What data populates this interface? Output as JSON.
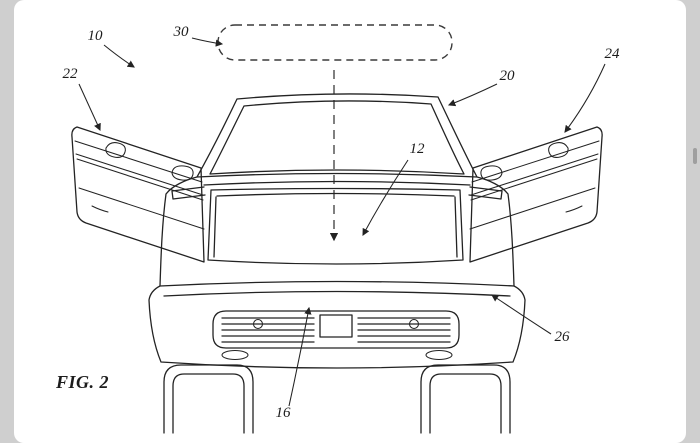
{
  "colors": {
    "canvas": "#ffffff",
    "margin": "#cfcfcf",
    "line": "#232323"
  },
  "figure": {
    "caption": "FIG. 2",
    "labels": {
      "ref10": "10",
      "ref30": "30",
      "ref20": "20",
      "ref22": "22",
      "ref24": "24",
      "ref12": "12",
      "ref26": "26",
      "ref16": "16"
    }
  }
}
